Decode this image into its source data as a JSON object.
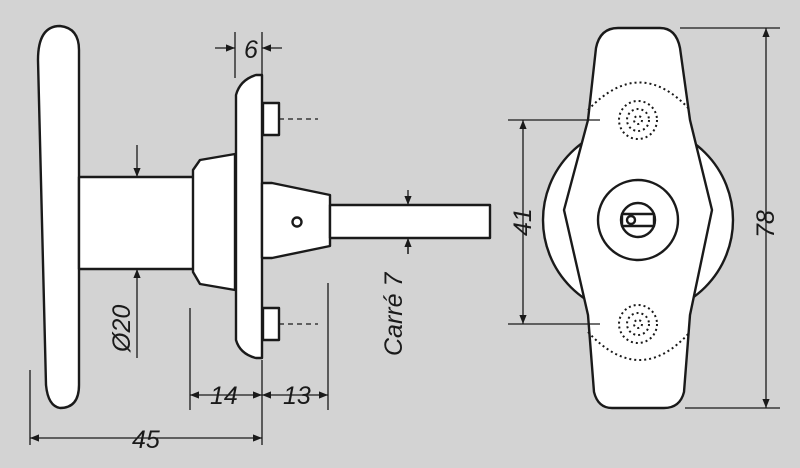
{
  "drawing": {
    "background": "#d3d3d3",
    "line_color": "#1a1a1a",
    "part_fill": "#ffffff"
  },
  "dimensions": {
    "plate_thickness": "6",
    "spindle": "Carré 7",
    "shank_diameter": "Ø20",
    "shank_length": "14",
    "spindle_length": "13",
    "overall_depth": "45",
    "screw_spacing": "41",
    "overall_height": "78"
  }
}
